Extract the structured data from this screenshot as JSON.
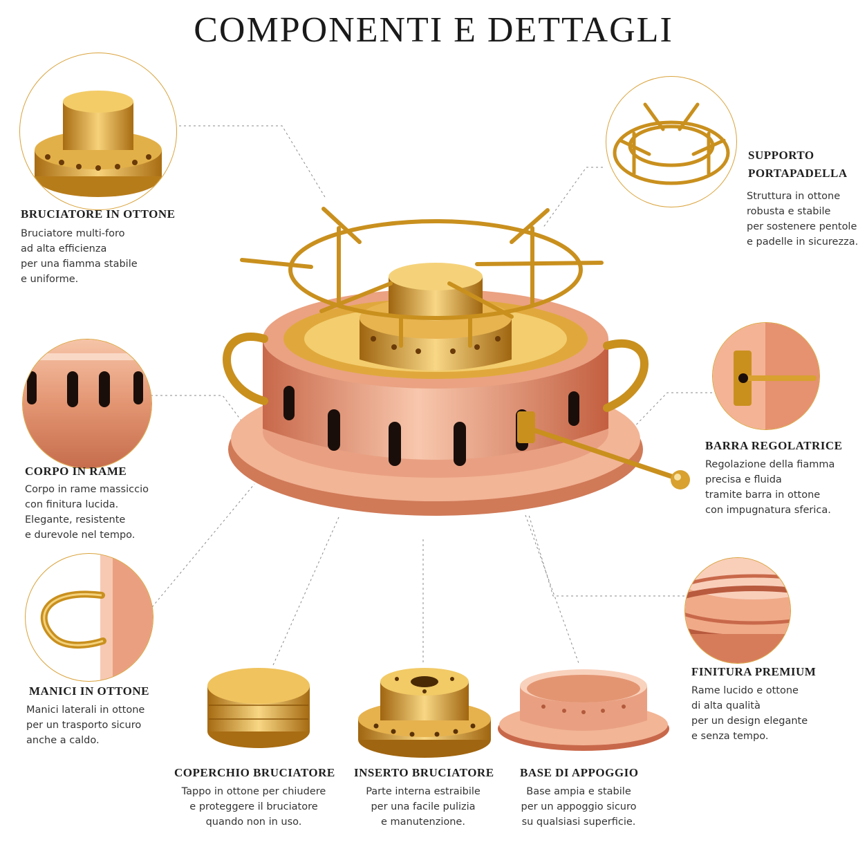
{
  "title": "COMPONENTI E DETTAGLI",
  "features": {
    "burner": {
      "heading": "BRUCIATORE IN OTTONE",
      "text": "Bruciatore multi-foro\nad alta efficienza\nper una fiamma stabile\ne uniforme."
    },
    "support": {
      "heading_1": "SUPPORTO",
      "heading_2": "PORTAPADELLA",
      "text": "Struttura in ottone\nrobusta e stabile\nper sostenere pentole\ne padelle in sicurezza."
    },
    "body": {
      "heading": "CORPO IN RAME",
      "text": "Corpo in rame massiccio\ncon finitura lucida.\nElegante, resistente\ne durevole nel tempo."
    },
    "regulator": {
      "heading": "BARRA REGOLATRICE",
      "text": "Regolazione della fiamma\nprecisa e fluida\ntramite barra in ottone\ncon impugnatura sferica."
    },
    "handles": {
      "heading": "MANICI IN OTTONE",
      "text": "Manici laterali in ottone\nper un trasporto sicuro\nanche a caldo."
    },
    "finish": {
      "heading": "FINITURA PREMIUM",
      "text": "Rame lucido e ottone\ndi alta qualità\nper un design elegante\ne senza tempo."
    },
    "cover": {
      "heading": "COPERCHIO BRUCIATORE",
      "text": "Tappo in ottone per chiudere\ne proteggere il bruciatore\nquando non in uso."
    },
    "insert": {
      "heading": "INSERTO BRUCIATORE",
      "text": "Parte interna estraibile\nper una facile pulizia\ne manutenzione."
    },
    "base": {
      "heading": "BASE DI APPOGGIO",
      "text": "Base ampia e stabile\nper un appoggio sicuro\nsu qualsiasi superficie."
    }
  },
  "colors": {
    "gold": "#d9a23a",
    "brass": "#c9901e",
    "copper": "#e59a78",
    "copper_dark": "#c8684a"
  }
}
